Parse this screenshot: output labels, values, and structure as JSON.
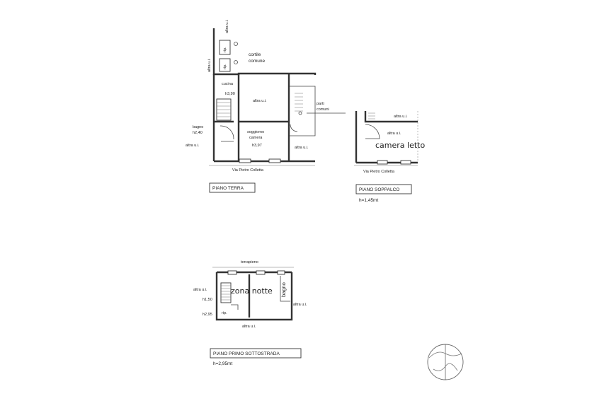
{
  "plans": {
    "ground": {
      "title": "PIANO TERRA",
      "labels": {
        "altra_ui_top": "altra u.i.",
        "altra_ui_left_vertical": "altra u.i.",
        "rip_1": "rip.",
        "rip_2": "rip.",
        "cortile": "cortile\ncomune",
        "cortile_line1": "cortile",
        "cortile_line2": "comune",
        "cucina": "cucina",
        "h_cucina": "h3,90",
        "altra_ui_center": "altra u.i.",
        "parti_comuni_line1": "parti",
        "parti_comuni_line2": "comuni",
        "bagno": "bagno",
        "h_bagno": "h2,40",
        "soggiorno_line1": "soggiorno",
        "soggiorno_line2": "camera",
        "h_soggiorno": "h3,97",
        "altra_ui_left": "altra u.i.",
        "altra_ui_right": "altra u.i.",
        "street": "Via Pietro Colletta"
      }
    },
    "mezzanine": {
      "title": "PIANO SOPPALCO",
      "height": "h=1,45mt",
      "labels": {
        "altra_ui_top": "altra u.i.",
        "camera_letto": "camera letto",
        "altra_ui_bottom": "altra u.i.",
        "street": "Via Pietro Colletta"
      }
    },
    "basement": {
      "title": "PIANO PRIMO SOTTOSTRADA",
      "height": "h=2,95mt",
      "labels": {
        "terrapieno": "terrapieno",
        "altra_ui_left": "altra u.i.",
        "zona_notte": "zona notte",
        "bagno": "bagno",
        "h_150": "h1,50",
        "altra_ui_right": "altra u.i.",
        "h_295": "h2,95",
        "rip": "rip.",
        "altra_ui_bottom": "altra u.i."
      }
    }
  },
  "icons": {
    "north_symbol": "north-arrow-icon"
  }
}
